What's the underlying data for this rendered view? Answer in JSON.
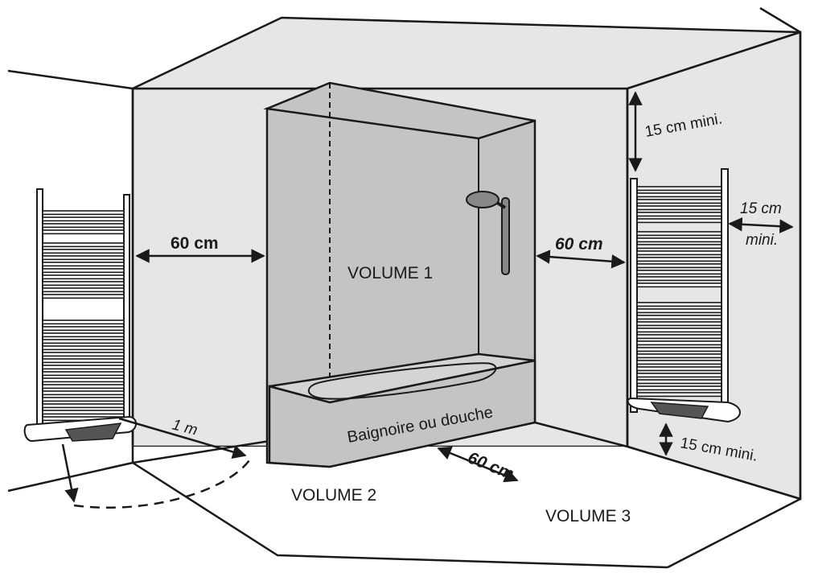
{
  "labels": {
    "volume1": "VOLUME 1",
    "volume2": "VOLUME 2",
    "volume3": "VOLUME 3",
    "bath": "Baignoire ou douche",
    "dist_left": "60 cm",
    "dist_right": "60 cm",
    "dist_front": "60 cm",
    "radius": "1 m",
    "top_clearance": "15 cm mini.",
    "side_clearance_1": "15 cm",
    "side_clearance_2": "mini.",
    "floor_clearance": "15 cm mini."
  },
  "colors": {
    "wall": "#e6e6e6",
    "volume1": "#c4c4c4",
    "outline": "#1a1a1a"
  }
}
